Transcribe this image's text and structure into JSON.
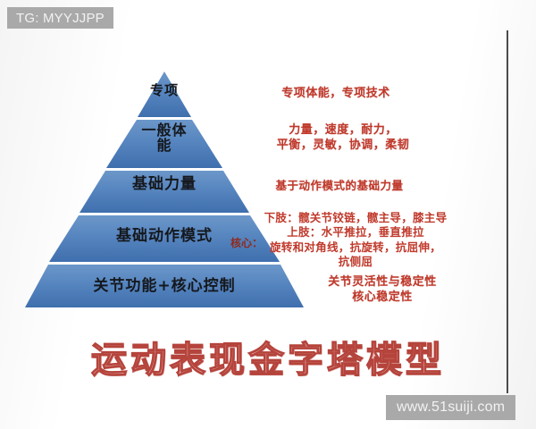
{
  "watermarks": {
    "top_left": "TG: MYYJJPP",
    "bottom_right": "www.51suiji.com"
  },
  "colors": {
    "pyramid_fill_top": "#6c97c9",
    "pyramid_fill_bottom": "#3f6fad",
    "pyramid_divider": "#ffffff",
    "tier_text": "#15181d",
    "annotation_red": "#c0392b",
    "core_label_red": "#8e2b20",
    "title_fill": "#f3c9c6",
    "title_outline": "#b5443c",
    "background": "#fdfdfd"
  },
  "diagram": {
    "type": "pyramid",
    "title": "运动表现金字塔模型",
    "tiers": [
      {
        "level": 1,
        "label": "专项",
        "annotation": "专项体能，专项技术"
      },
      {
        "level": 2,
        "label": "一般体\n能",
        "annotation": "力量，速度，耐力，\n平衡，灵敏，协调，柔韧"
      },
      {
        "level": 3,
        "label": "基础力量",
        "annotation": "基于动作模式的基础力量"
      },
      {
        "level": 4,
        "label": "基础动作模式",
        "annotation_lines": [
          "下肢：髋关节铰链，髋主导，膝主导",
          "上肢：水平推拉，垂直推拉",
          "旋转和对角线，抗旋转，抗屈伸，",
          "抗侧屈"
        ],
        "annotation_core_tag": "核心："
      },
      {
        "level": 5,
        "label": "关节功能+核心控制",
        "annotation": "关节灵活性与稳定性\n核心稳定性"
      }
    ]
  }
}
